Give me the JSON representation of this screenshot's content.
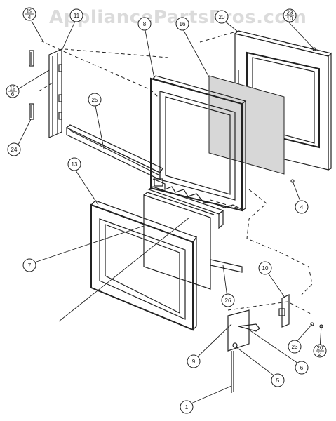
{
  "watermark": "AppliancePartsPros.com",
  "callouts": [
    {
      "id": "c-19-4",
      "label": "19",
      "sub": "4"
    },
    {
      "id": "c-11",
      "label": "11",
      "sub": ""
    },
    {
      "id": "c-8",
      "label": "8",
      "sub": ""
    },
    {
      "id": "c-16",
      "label": "16",
      "sub": ""
    },
    {
      "id": "c-23-10",
      "label": "23",
      "sub": "10"
    },
    {
      "id": "c-19-6",
      "label": "19",
      "sub": "6"
    },
    {
      "id": "c-25",
      "label": "25",
      "sub": ""
    },
    {
      "id": "c-24",
      "label": "24",
      "sub": ""
    },
    {
      "id": "c-13",
      "label": "13",
      "sub": ""
    },
    {
      "id": "c-4",
      "label": "4",
      "sub": ""
    },
    {
      "id": "c-7",
      "label": "7",
      "sub": ""
    },
    {
      "id": "c-26",
      "label": "26",
      "sub": ""
    },
    {
      "id": "c-10",
      "label": "10",
      "sub": ""
    },
    {
      "id": "c-20",
      "label": "20",
      "sub": ""
    },
    {
      "id": "c-9",
      "label": "9",
      "sub": ""
    },
    {
      "id": "c-23",
      "label": "23",
      "sub": ""
    },
    {
      "id": "c-20-2",
      "label": "20",
      "sub": "2"
    },
    {
      "id": "c-6",
      "label": "6",
      "sub": ""
    },
    {
      "id": "c-5",
      "label": "5",
      "sub": ""
    },
    {
      "id": "c-1",
      "label": "1",
      "sub": ""
    }
  ]
}
